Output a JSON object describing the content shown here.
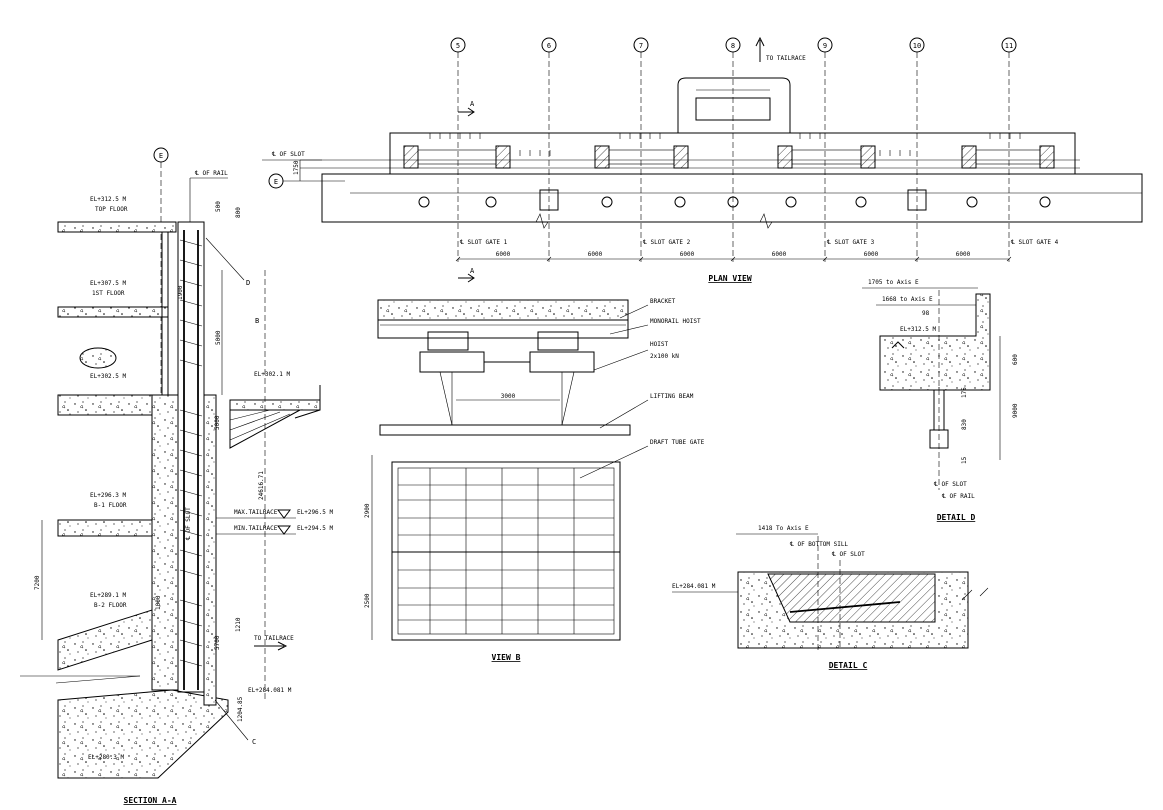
{
  "plan_view": {
    "title": "PLAN VIEW",
    "grid_labels": [
      "5",
      "6",
      "7",
      "8",
      "9",
      "10",
      "11"
    ],
    "axis_e": "E",
    "tailrace": "TO TAILRACE",
    "slot_label": "℄ OF SLOT",
    "dim_1750": "1750",
    "section_mark": "A",
    "slot_gates": [
      "℄ SLOT GATE 1",
      "℄ SLOT GATE 2",
      "℄ SLOT GATE 3",
      "℄ SLOT GATE 4"
    ],
    "dims": [
      "6000",
      "6000",
      "6000",
      "6000",
      "6000",
      "6000"
    ]
  },
  "section_aa": {
    "title": "SECTION A-A",
    "axis_e": "E",
    "rail": "℄ OF RAIL",
    "levels": [
      "EL+312.5 M",
      "TOP FLOOR",
      "EL+307.5 M",
      "1ST FLOOR",
      "EL+302.5 M",
      "EL+302.1 M",
      "EL+296.3 M",
      "B-1 FLOOR",
      "EL+289.1 M",
      "B-2 FLOOR",
      "EL+284.081 M",
      "EL+280.3 M"
    ],
    "max_tail": "MAX.TAILRACE",
    "max_tail_el": "EL+296.5 M",
    "min_tail": "MIN.TAILRACE",
    "min_tail_el": "EL+294.5 M",
    "to_tailrace": "TO TAILRACE",
    "slot": "℄ OF SLOT",
    "callouts": [
      "D",
      "B",
      "C"
    ],
    "dims": [
      "500",
      "5000",
      "5000",
      "7200",
      "24616.71",
      "1000",
      "1900",
      "5700",
      "1204.85",
      "1210",
      "800"
    ]
  },
  "view_b": {
    "title": "VIEW B",
    "labels": [
      "BRACKET",
      "MONORAIL HOIST",
      "HOIST",
      "2x100 kN",
      "LIFTING BEAM",
      "DRAFT TUBE GATE"
    ],
    "dims": [
      "3000",
      "2900",
      "2500"
    ]
  },
  "detail_d": {
    "title": "DETAIL D",
    "labels": [
      "1705 to Axis E",
      "1668 to Axis E",
      "98",
      "EL+312.5 M",
      "℄ OF SLOT",
      "℄ OF RAIL"
    ],
    "dims": [
      "600",
      "9000",
      "175",
      "830",
      "15"
    ]
  },
  "detail_c": {
    "title": "DETAIL C",
    "labels": [
      "1418 To Axis E",
      "℄ OF BOTTOM SILL",
      "℄ OF SLOT",
      "EL+284.081 M"
    ]
  }
}
